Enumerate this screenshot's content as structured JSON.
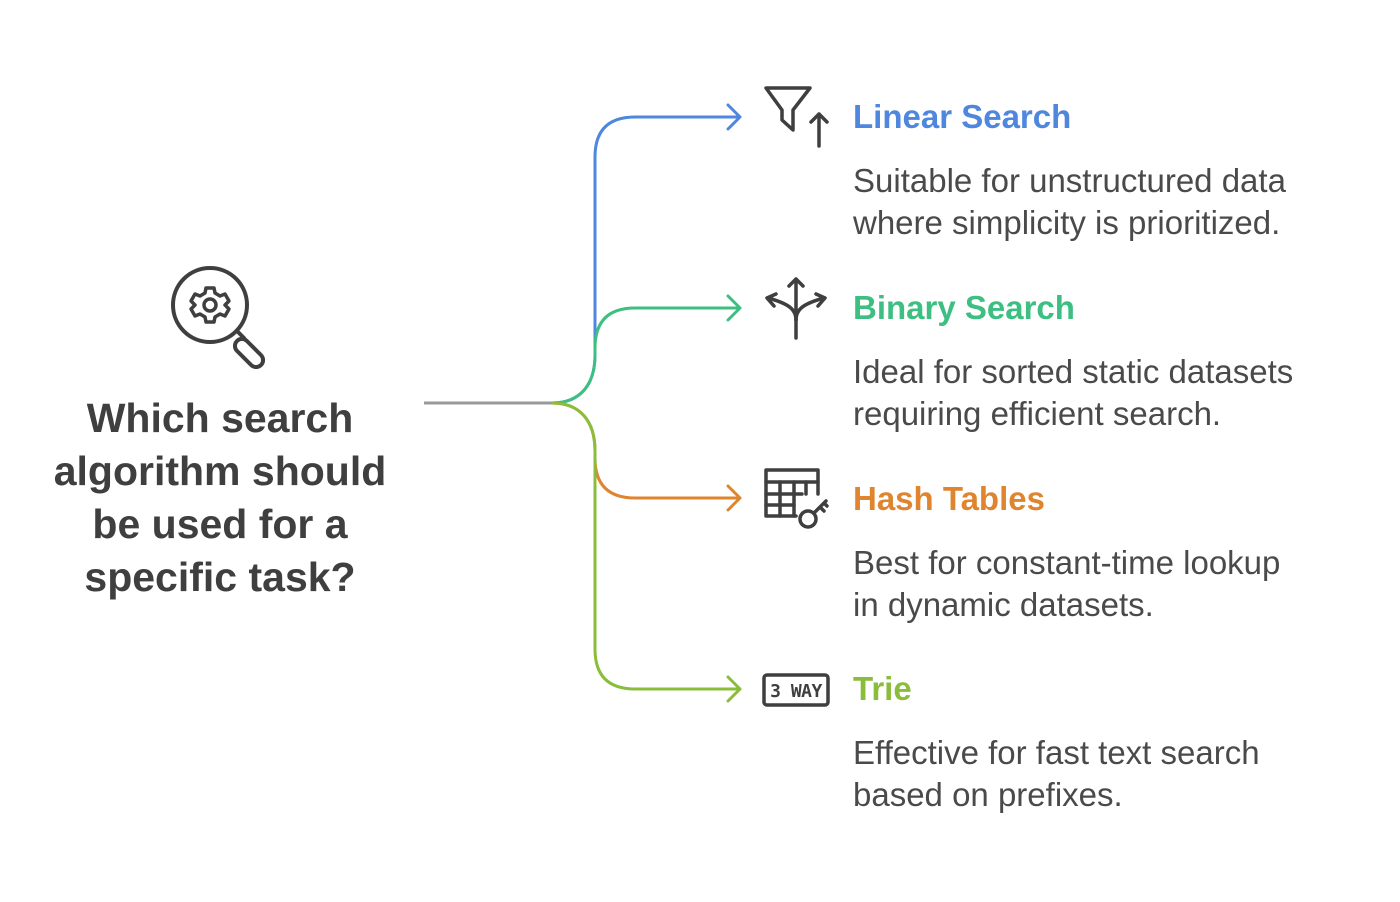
{
  "question": {
    "lines": [
      "Which search",
      "algorithm should",
      "be used for a",
      "specific task?"
    ],
    "icon": "search-gear-icon"
  },
  "branches": [
    {
      "title": "Linear Search",
      "description_lines": [
        "Suitable for unstructured data",
        "where simplicity is prioritized."
      ],
      "color": "#4f86de",
      "icon": "filter-arrow-up-icon"
    },
    {
      "title": "Binary Search",
      "description_lines": [
        "Ideal for sorted static datasets",
        "requiring efficient search."
      ],
      "color": "#3cbf80",
      "icon": "split-arrows-icon"
    },
    {
      "title": "Hash Tables",
      "description_lines": [
        "Best for constant-time lookup",
        "in dynamic datasets."
      ],
      "color": "#df852f",
      "icon": "table-key-icon"
    },
    {
      "title": "Trie",
      "description_lines": [
        "Effective for fast text search",
        "based on prefixes."
      ],
      "color": "#8bbd3c",
      "icon": "three-way-sign-icon",
      "icon_text": "3 WAY"
    }
  ],
  "colors": {
    "text": "#3f3f3f",
    "stem": "#9a9a9a"
  }
}
